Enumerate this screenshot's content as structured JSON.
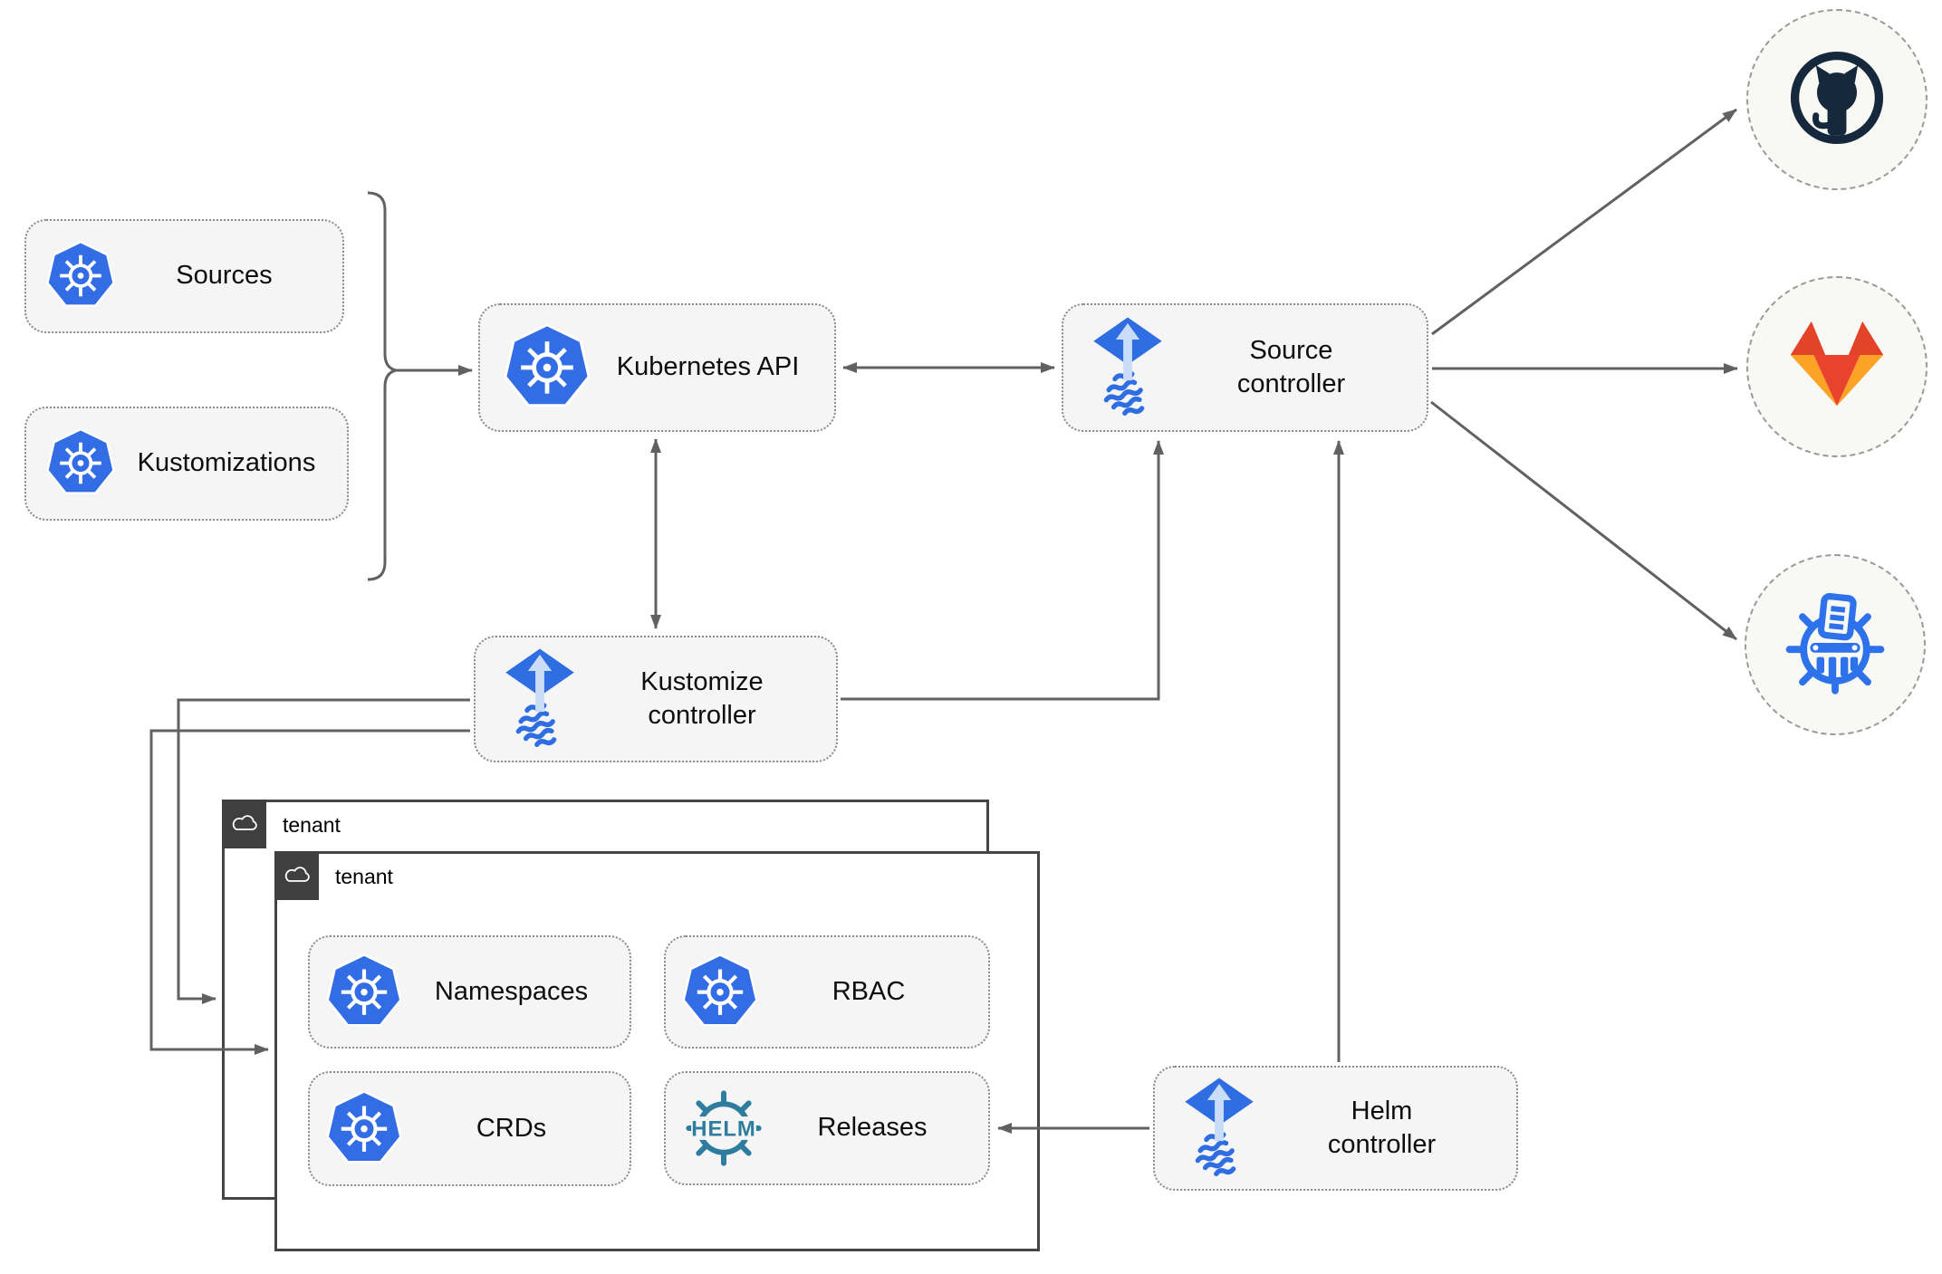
{
  "nodes": {
    "sources": {
      "label": "Sources"
    },
    "kustomizations": {
      "label": "Kustomizations"
    },
    "kubernetes_api": {
      "label": "Kubernetes API"
    },
    "source_controller": {
      "label": "Source\ncontroller"
    },
    "kustomize_controller": {
      "label": "Kustomize\ncontroller"
    },
    "helm_controller": {
      "label": "Helm\ncontroller"
    },
    "namespaces": {
      "label": "Namespaces"
    },
    "rbac": {
      "label": "RBAC"
    },
    "crds": {
      "label": "CRDs"
    },
    "releases": {
      "label": "Releases"
    }
  },
  "tenants": {
    "back": {
      "label": "tenant"
    },
    "front": {
      "label": "tenant"
    }
  },
  "icons": {
    "helm_logo_text": "HELM",
    "names": [
      "kubernetes-icon",
      "flux-icon",
      "helm-icon",
      "github-icon",
      "gitlab-icon",
      "git-repository-icon",
      "cloud-icon"
    ]
  },
  "colors": {
    "node_fill": "#f5f5f5",
    "node_border": "#8a8a8a",
    "connector": "#616161",
    "kubernetes_blue": "#326de6",
    "flux_blue": "#2f6ee2",
    "flux_arrow_light": "#c9dcf8",
    "helm_teal": "#2e7d9e",
    "github_dark": "#16283c",
    "gitlab_red": "#e24329",
    "gitlab_orange": "#fca326",
    "repo_blue": "#2d72ea",
    "tenant_border": "#454545",
    "label_color": "#0d0d0d"
  }
}
